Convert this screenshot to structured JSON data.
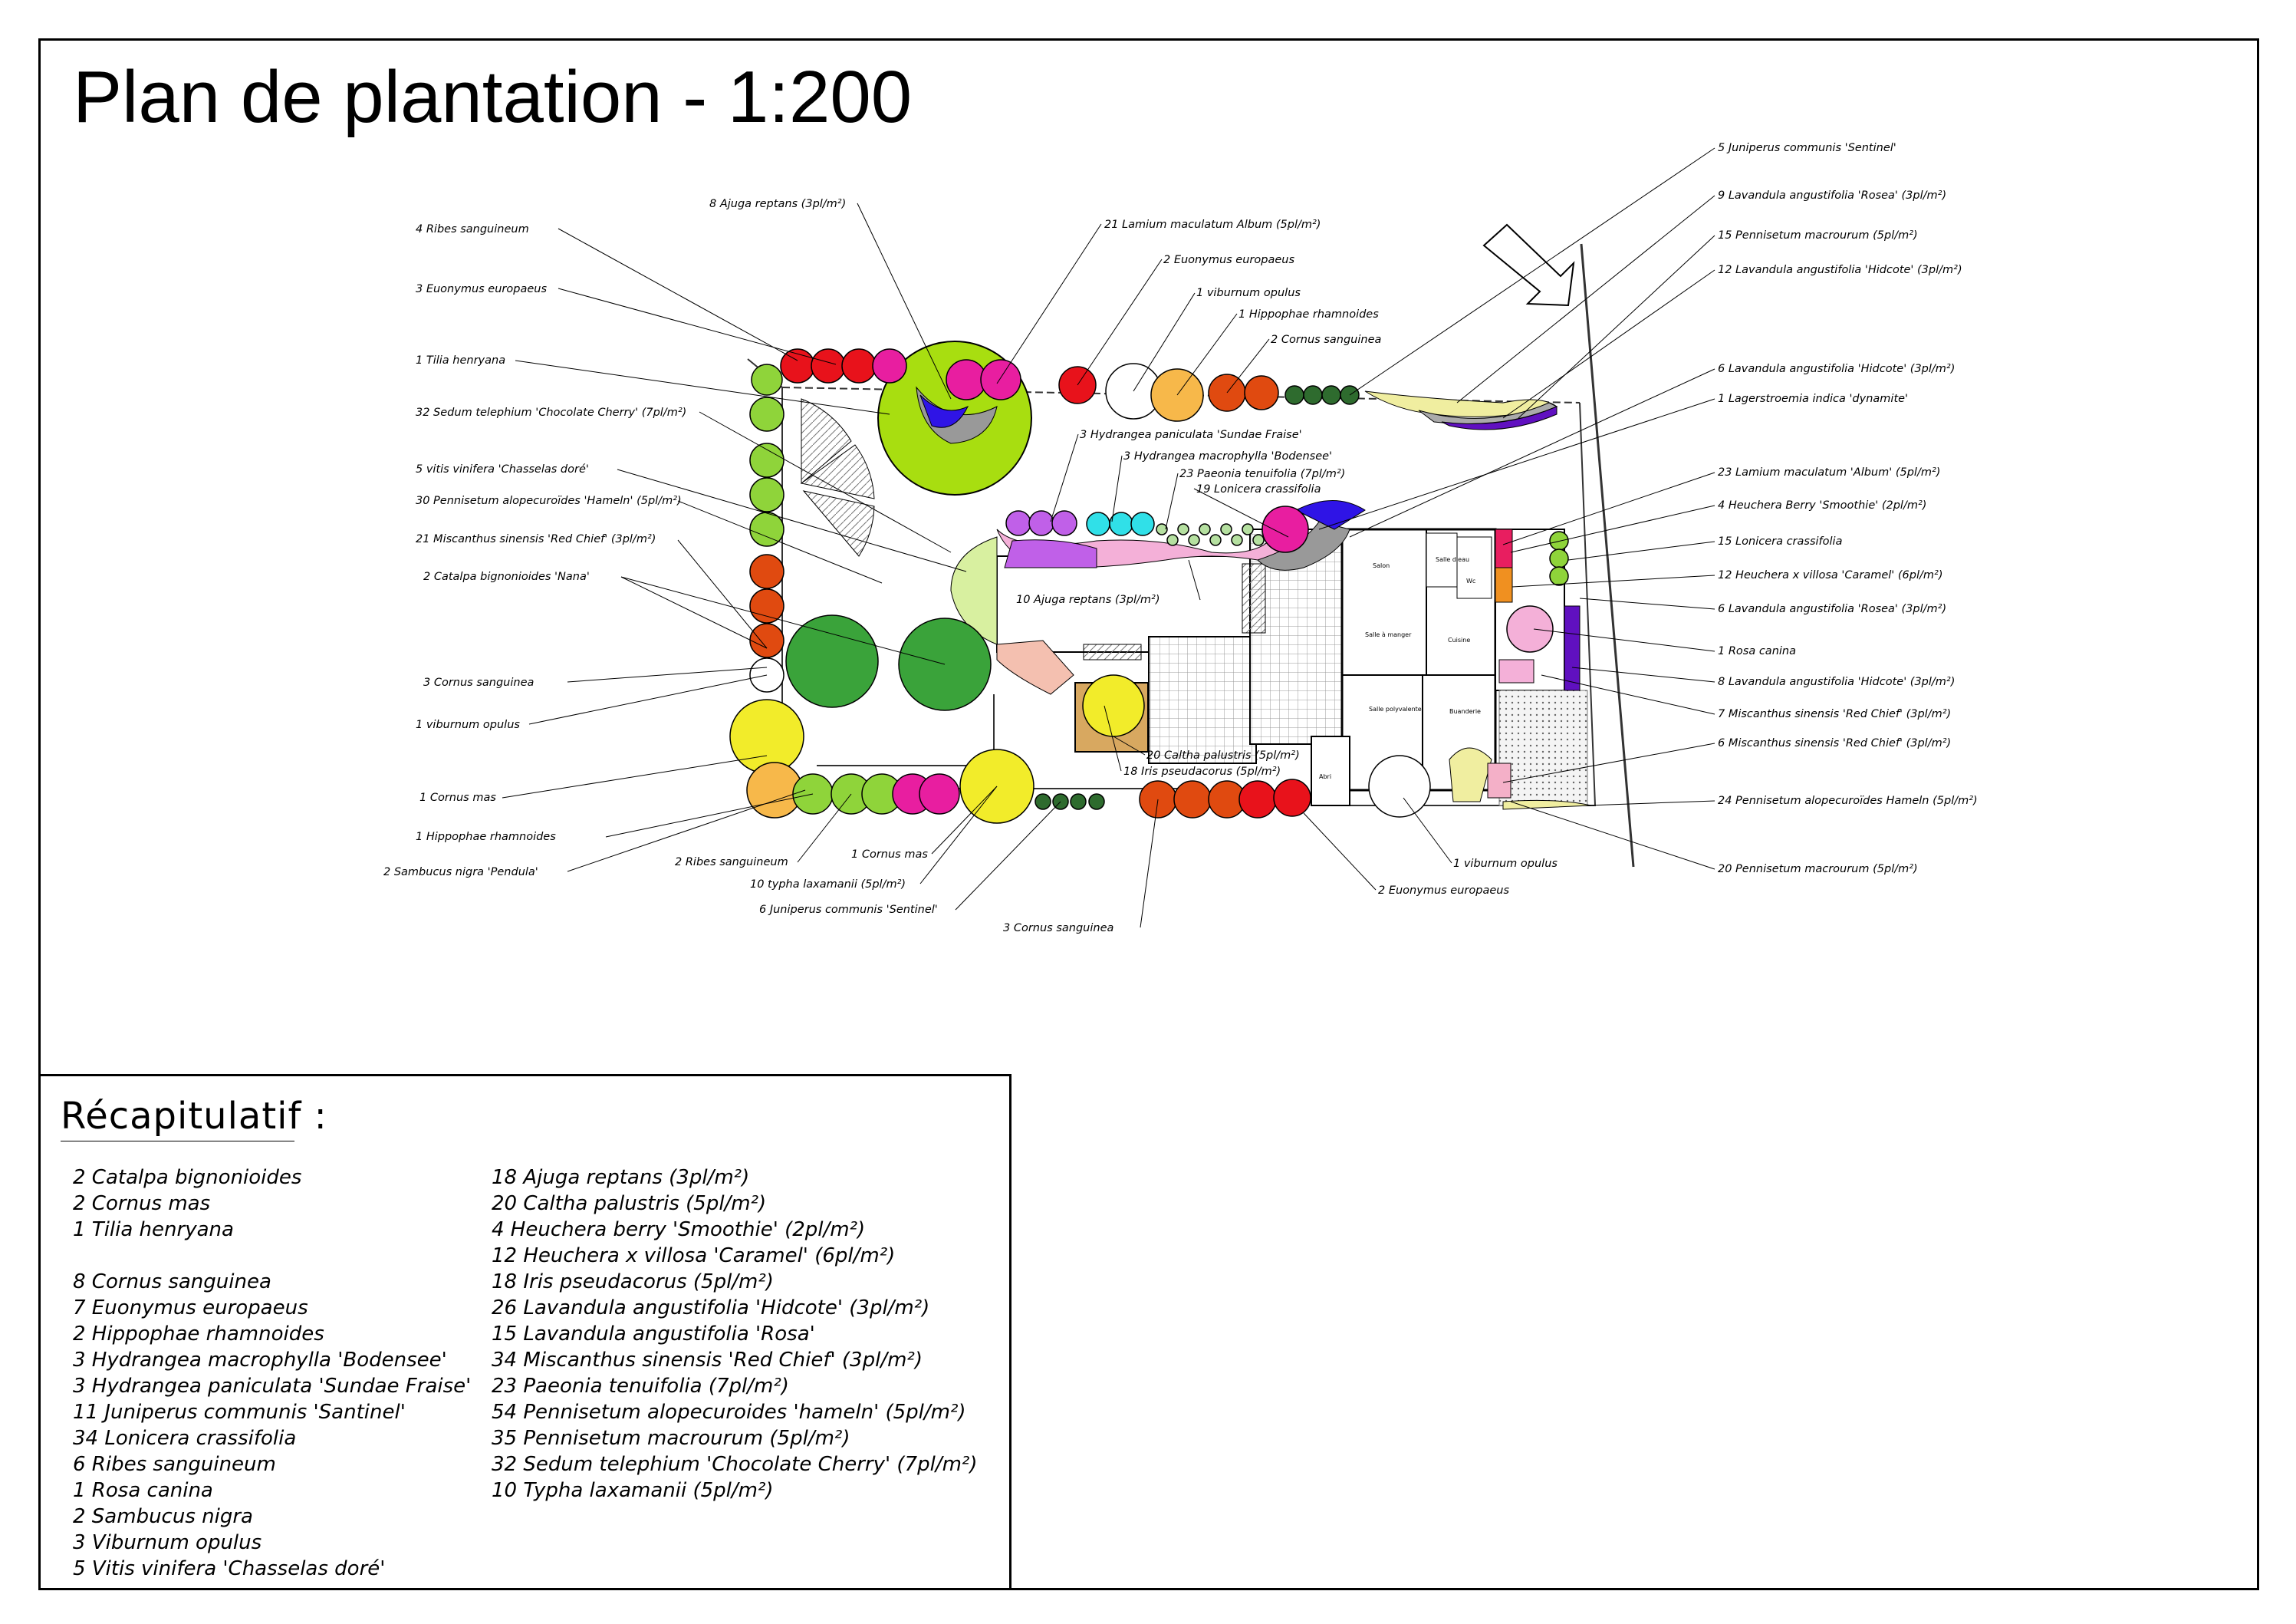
{
  "title": "Plan de plantation - 1:200",
  "summary": {
    "heading": "Récapitulatif :",
    "column1": [
      "2 Catalpa bignonioides",
      "2 Cornus mas",
      "1 Tilia henryana",
      "",
      "8 Cornus sanguinea",
      "7 Euonymus europaeus",
      "2 Hippophae rhamnoides",
      "3 Hydrangea macrophylla 'Bodensee'",
      "3 Hydrangea paniculata 'Sundae Fraise'",
      "11 Juniperus communis 'Santinel'",
      "34 Lonicera crassifolia",
      "6 Ribes sanguineum",
      "1 Rosa canina",
      "2 Sambucus nigra",
      "3 Viburnum opulus",
      "5 Vitis vinifera 'Chasselas doré'"
    ],
    "column2": [
      "18 Ajuga reptans (3pl/m²)",
      "20 Caltha palustris (5pl/m²)",
      "4 Heuchera berry 'Smoothie' (2pl/m²)",
      "12 Heuchera x villosa 'Caramel' (6pl/m²)",
      "18 Iris pseudacorus (5pl/m²)",
      "26 Lavandula angustifolia 'Hidcote' (3pl/m²)",
      "15 Lavandula angustifolia 'Rosa'",
      "34 Miscanthus sinensis 'Red Chief' (3pl/m²)",
      "23 Paeonia tenuifolia (7pl/m²)",
      "54 Pennisetum alopecuroides 'hameln' (5pl/m²)",
      "35 Pennisetum macrourum (5pl/m²)",
      "32 Sedum telephium 'Chocolate Cherry' (7pl/m²)",
      "10 Typha laxamanii (5pl/m²)"
    ]
  },
  "labels": {
    "l01": "8 Ajuga reptans (3pl/m²)",
    "l02": "4 Ribes sanguineum",
    "l03": "3 Euonymus europaeus",
    "l04": "1 Tilia henryana",
    "l05": "32 Sedum telephium 'Chocolate Cherry' (7pl/m²)",
    "l06": "5 vitis vinifera 'Chasselas doré'",
    "l07": "30 Pennisetum alopecuroïdes 'Hameln' (5pl/m²)",
    "l08": "21 Miscanthus sinensis 'Red Chief' (3pl/m²)",
    "l09": "2 Catalpa bignonioides 'Nana'",
    "l10": "3 Cornus sanguinea",
    "l11": "1 viburnum opulus",
    "l12": "1 Cornus mas",
    "l13": "1 Hippophae rhamnoides",
    "l14": "2 Sambucus nigra 'Pendula'",
    "l15": "2 Ribes sanguineum",
    "l16": "1 Cornus mas",
    "l17": "10 typha laxamanii (5pl/m²)",
    "l18": "6 Juniperus communis 'Sentinel'",
    "l19": "3 Cornus sanguinea",
    "l20": "21 Lamium maculatum Album (5pl/m²)",
    "l21": "2 Euonymus europaeus",
    "l22": "1 viburnum opulus",
    "l23": "1 Hippophae rhamnoides",
    "l24": "2 Cornus sanguinea",
    "l25": "3 Hydrangea paniculata 'Sundae Fraise'",
    "l26": "3 Hydrangea macrophylla 'Bodensee'",
    "l27": "23 Paeonia tenuifolia (7pl/m²)",
    "l28": "19 Lonicera crassifolia",
    "l29": "10 Ajuga reptans (3pl/m²)",
    "l30": "20 Caltha palustris (5pl/m²)",
    "l31": "18 Iris pseudacorus (5pl/m²)",
    "l32": "2 Euonymus europaeus",
    "l33": "1 viburnum opulus",
    "l34": "5 Juniperus communis 'Sentinel'",
    "l35": "9 Lavandula angustifolia 'Rosea' (3pl/m²)",
    "l36": "15 Pennisetum macrourum (5pl/m²)",
    "l37": "12 Lavandula angustifolia 'Hidcote' (3pl/m²)",
    "l38": "6 Lavandula angustifolia 'Hidcote' (3pl/m²)",
    "l39": "1 Lagerstroemia indica 'dynamite'",
    "l40": "23 Lamium maculatum 'Album' (5pl/m²)",
    "l41": "4 Heuchera Berry 'Smoothie' (2pl/m²)",
    "l42": "15 Lonicera crassifolia",
    "l43": "12 Heuchera x villosa 'Caramel' (6pl/m²)",
    "l44": "6 Lavandula angustifolia 'Rosea' (3pl/m²)",
    "l45": "1 Rosa canina",
    "l46": "8 Lavandula angustifolia 'Hidcote' (3pl/m²)",
    "l47": "7 Miscanthus sinensis 'Red Chief' (3pl/m²)",
    "l48": "6 Miscanthus sinensis 'Red Chief' (3pl/m²)",
    "l49": "24 Pennisetum alopecuroïdes Hameln (5pl/m²)",
    "l50": "20 Pennisetum macrourum (5pl/m²)"
  },
  "rooms": {
    "salon": "Salon",
    "salle_manger": "Salle à manger",
    "cuisine": "Cuisine",
    "salle_polyvalente": "Salle polyvalente",
    "buanderie": "Buanderie",
    "wc": "Wc",
    "salle_eau": "Salle d'eau",
    "abri": "Abri"
  },
  "colors": {
    "red": "#e8121b",
    "magenta": "#e81ea0",
    "orange_red": "#e04a10",
    "dark_green": "#2e6b2e",
    "light_green": "#8fd43a",
    "lime": "#a8de10",
    "yellow": "#f2ec2a",
    "orange": "#f7b84a",
    "violet": "#c060e8",
    "cyan": "#30e0e8",
    "blue": "#2f14e6",
    "pink": "#f4b0d8"
  }
}
